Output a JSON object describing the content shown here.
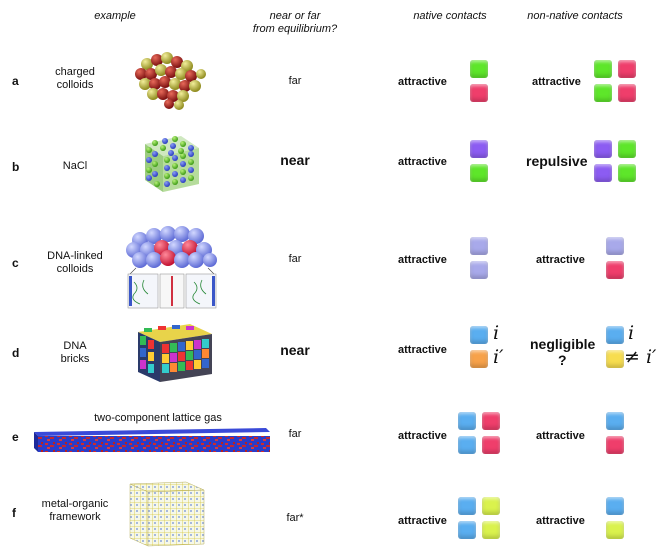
{
  "headers": {
    "example": "example",
    "equilibrium_line1": "near or far",
    "equilibrium_line2": "from equilibrium?",
    "native": "native contacts",
    "nonnative": "non-native contacts"
  },
  "rows": [
    {
      "label": "a",
      "example": [
        "charged",
        "colloids"
      ],
      "equilibrium": "far",
      "native": "attractive",
      "nonnative": "attractive"
    },
    {
      "label": "b",
      "example": [
        "NaCl"
      ],
      "equilibrium": "near",
      "native": "attractive",
      "nonnative": "repulsive"
    },
    {
      "label": "c",
      "example": [
        "DNA-linked",
        "colloids"
      ],
      "equilibrium": "far",
      "native": "attractive",
      "nonnative": "attractive"
    },
    {
      "label": "d",
      "example": [
        "DNA",
        "bricks"
      ],
      "equilibrium": "near",
      "native": "attractive",
      "nonnative": "negligible",
      "nonnative_q": "?"
    },
    {
      "label": "e",
      "example": [
        "two-component lattice gas"
      ],
      "equilibrium": "far",
      "native": "attractive",
      "nonnative": "attractive"
    },
    {
      "label": "f",
      "example": [
        "metal-organic",
        "framework"
      ],
      "equilibrium": "far*",
      "native": "attractive",
      "nonnative": "attractive"
    }
  ],
  "math": {
    "i": "i",
    "iprime": "i′",
    "neq_iprime": "≠ i′"
  },
  "colors": {
    "green": "#5ee62a",
    "pink": "#ef3e6b",
    "purple": "#8c5cf2",
    "lavender": "#a8a9ea",
    "blue": "#5aaef0",
    "orange": "#f7a24a",
    "yellow": "#f7dd4f",
    "lime": "#daf24d"
  }
}
